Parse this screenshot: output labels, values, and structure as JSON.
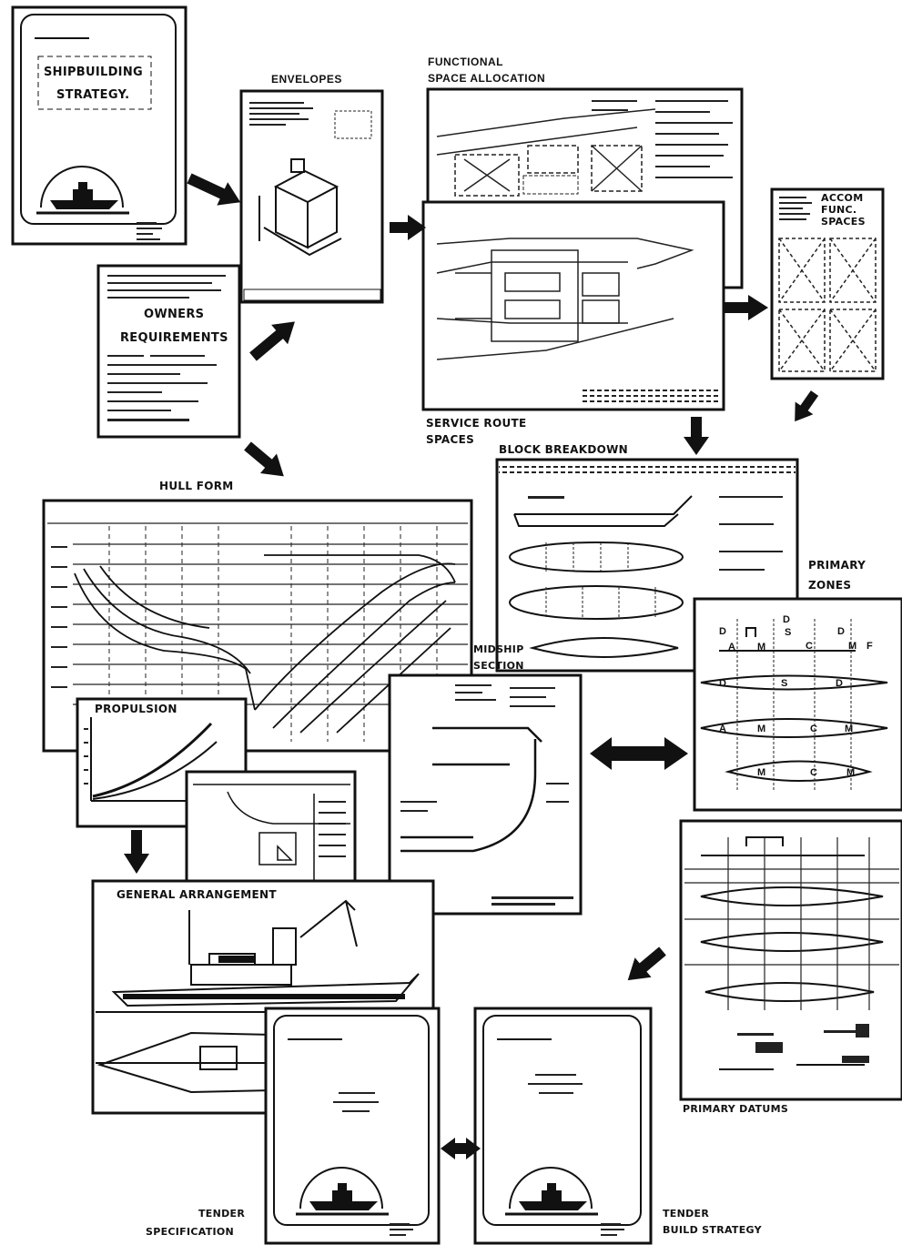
{
  "cover": {
    "title_line1": "SHIPBUILDING",
    "title_line2": "STRATEGY."
  },
  "labels": {
    "envelopes": "ENVELOPES",
    "functional_line1": "FUNCTIONAL",
    "functional_line2": "SPACE   ALLOCATION",
    "accom_line1": "ACCOM",
    "accom_line2": "FUNC.",
    "accom_line3": "SPACES",
    "owners_line1": "OWNERS",
    "owners_line2": "REQUIREMENTS",
    "service_line1": "SERVICE  ROUTE",
    "service_line2": "SPACES",
    "block_breakdown": "BLOCK  BREAKDOWN",
    "hull_form": "HULL  FORM",
    "primary_zones_line1": "PRIMARY",
    "primary_zones_line2": "ZONES",
    "midship_line1": "MIDSHIP",
    "midship_line2": "SECTION",
    "propulsion": "PROPULSION",
    "general_arrangement": "GENERAL ARRANGEMENT",
    "primary_datums": "PRIMARY  DATUMS",
    "tender_spec_line1": "TENDER",
    "tender_spec_line2": "SPECIFICATION",
    "tender_build_line1": "TENDER",
    "tender_build_line2": "BUILD  STRATEGY"
  },
  "zone_letters": [
    "D",
    "A",
    "M",
    "D",
    "S",
    "C",
    "D",
    "M",
    "F"
  ]
}
